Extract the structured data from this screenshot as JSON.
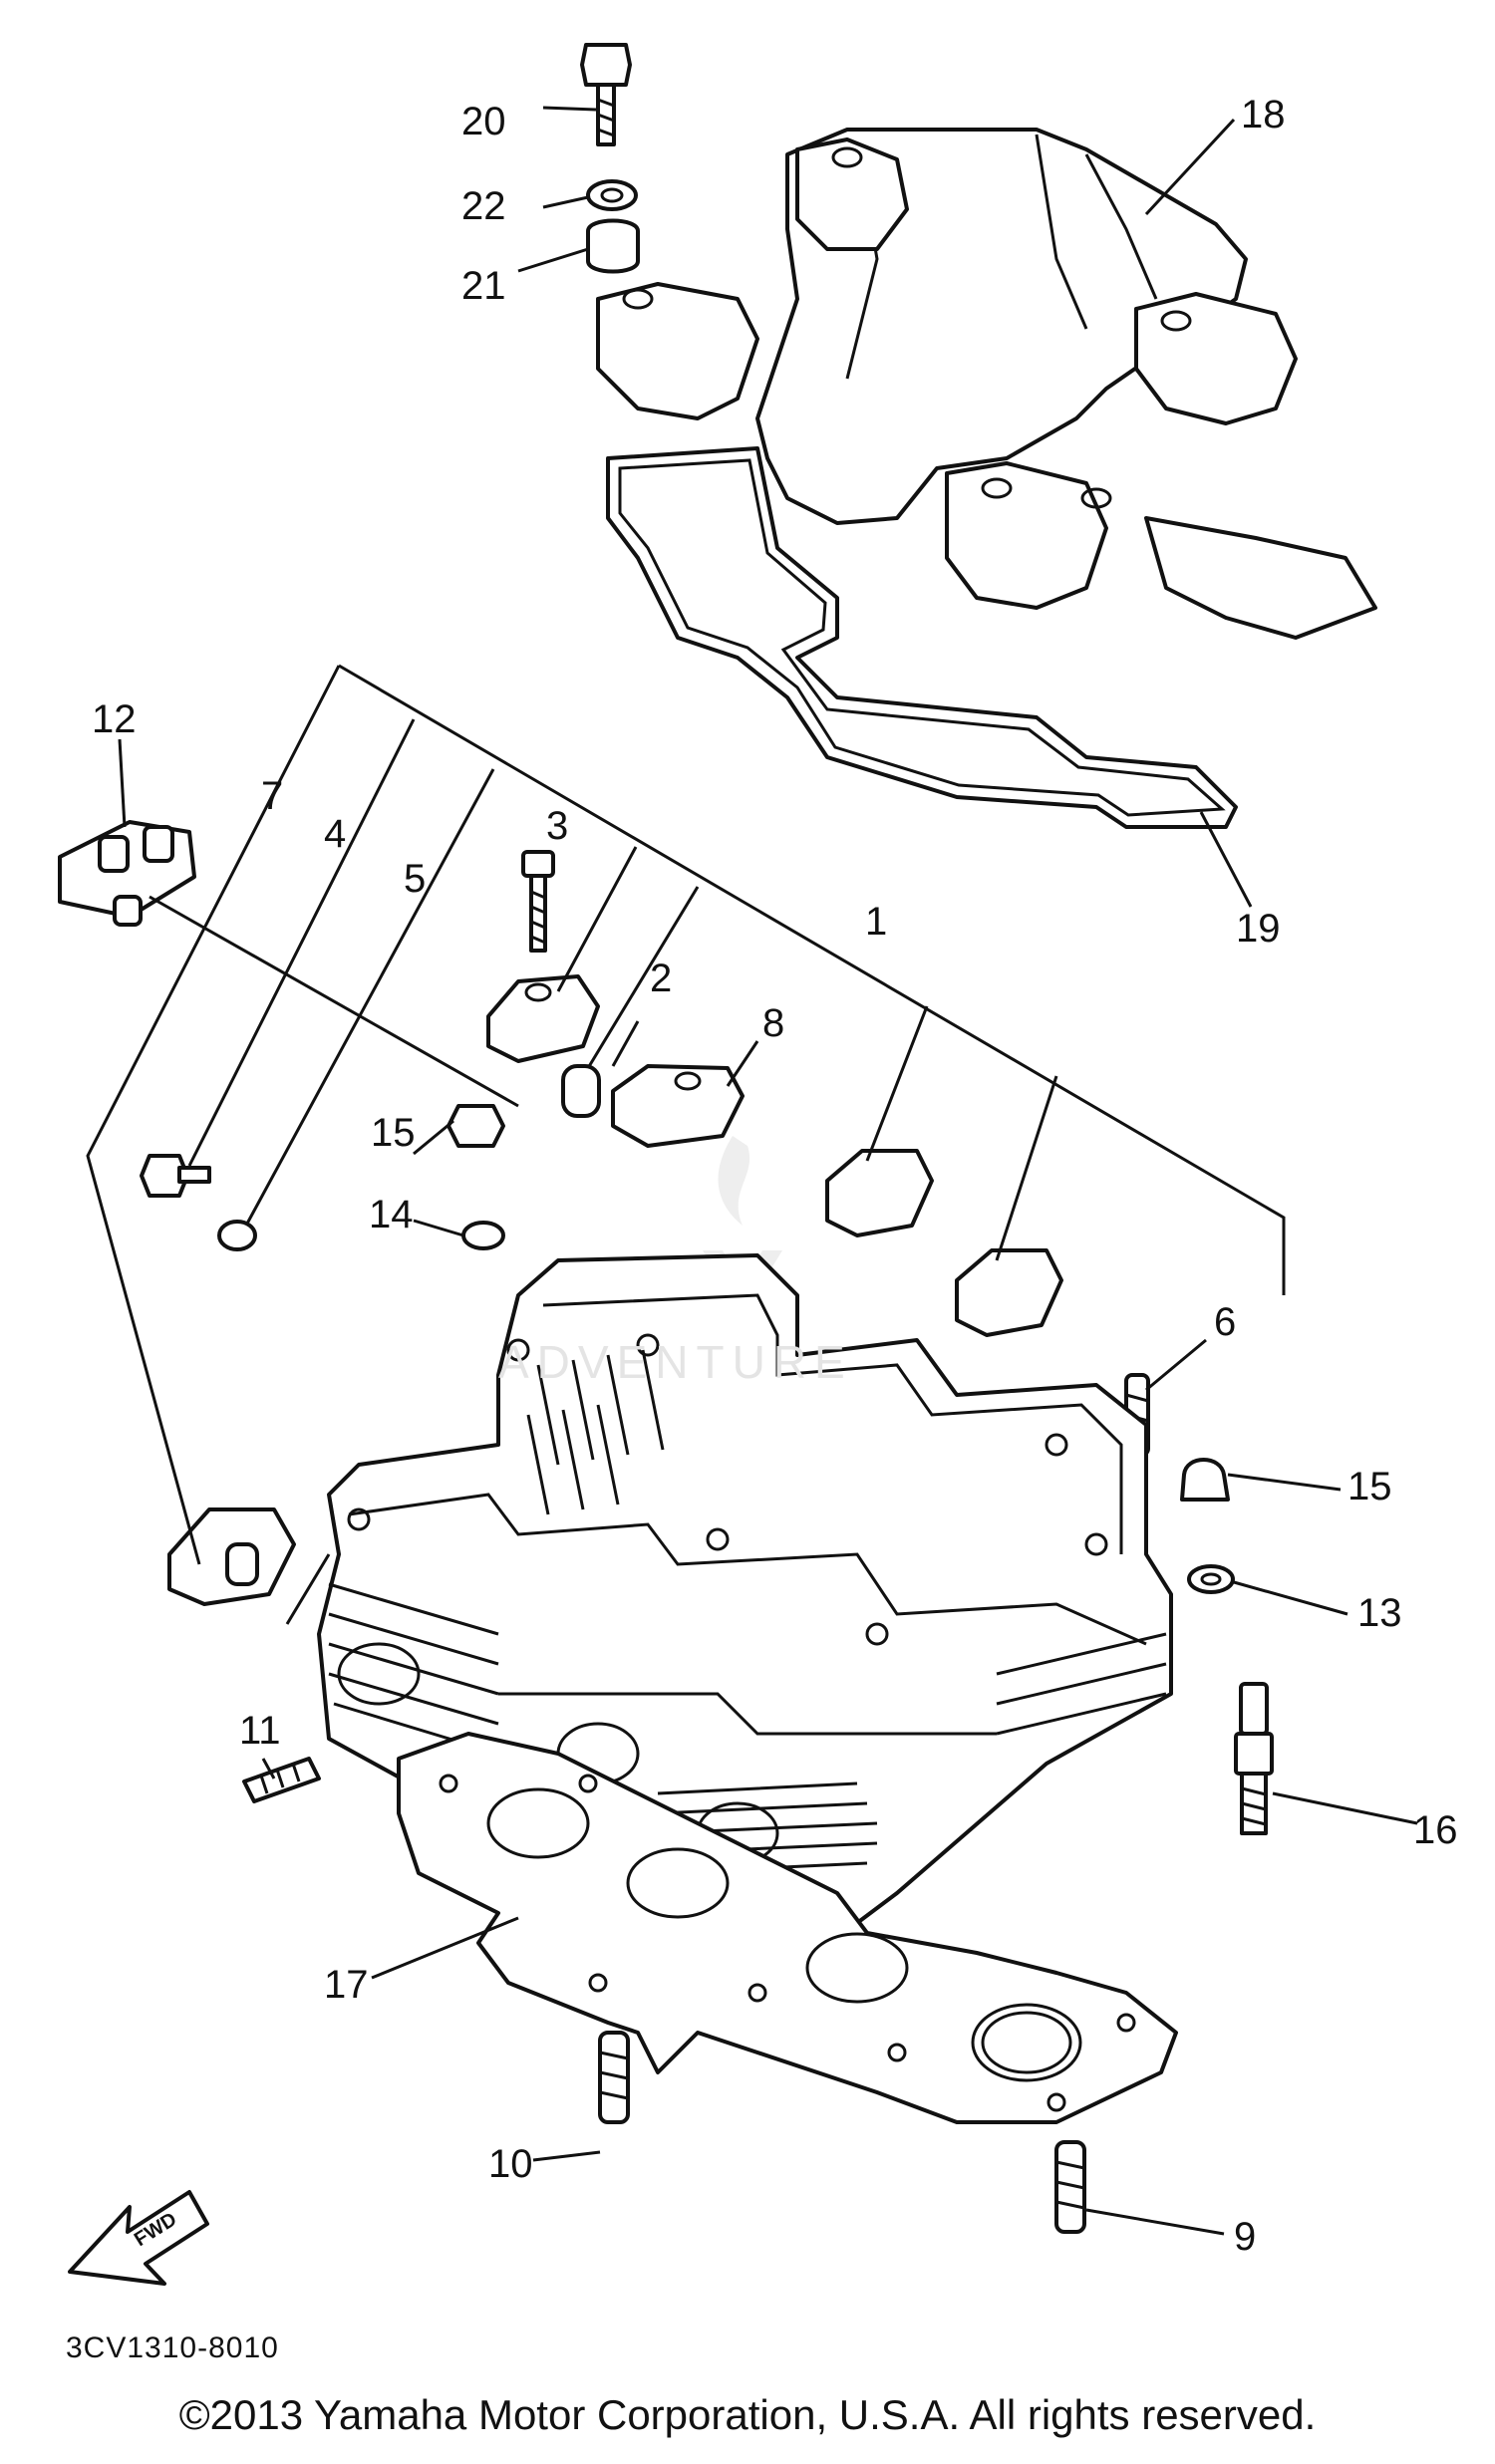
{
  "figure": {
    "code": "3CV1310-8010",
    "copyright": "©2013 Yamaha Motor Corporation, U.S.A. All rights reserved.",
    "direction_arrow": "FWD",
    "watermark": "ADVENTURE"
  },
  "callouts": [
    {
      "id": "c1",
      "label": "1"
    },
    {
      "id": "c2",
      "label": "2"
    },
    {
      "id": "c3",
      "label": "3"
    },
    {
      "id": "c4",
      "label": "4"
    },
    {
      "id": "c5",
      "label": "5"
    },
    {
      "id": "c6",
      "label": "6"
    },
    {
      "id": "c7",
      "label": "7"
    },
    {
      "id": "c8",
      "label": "8"
    },
    {
      "id": "c9",
      "label": "9"
    },
    {
      "id": "c10",
      "label": "10"
    },
    {
      "id": "c11",
      "label": "11"
    },
    {
      "id": "c12",
      "label": "12"
    },
    {
      "id": "c13",
      "label": "13"
    },
    {
      "id": "c14",
      "label": "14"
    },
    {
      "id": "c15a",
      "label": "15"
    },
    {
      "id": "c15b",
      "label": "15"
    },
    {
      "id": "c16",
      "label": "16"
    },
    {
      "id": "c17",
      "label": "17"
    },
    {
      "id": "c18",
      "label": "18"
    },
    {
      "id": "c19",
      "label": "19"
    },
    {
      "id": "c20",
      "label": "20"
    },
    {
      "id": "c21",
      "label": "21"
    },
    {
      "id": "c22",
      "label": "22"
    }
  ],
  "icons": {
    "fwd_arrow": "fwd-arrow-icon",
    "watermark_logo": "flame-v-logo-icon"
  }
}
